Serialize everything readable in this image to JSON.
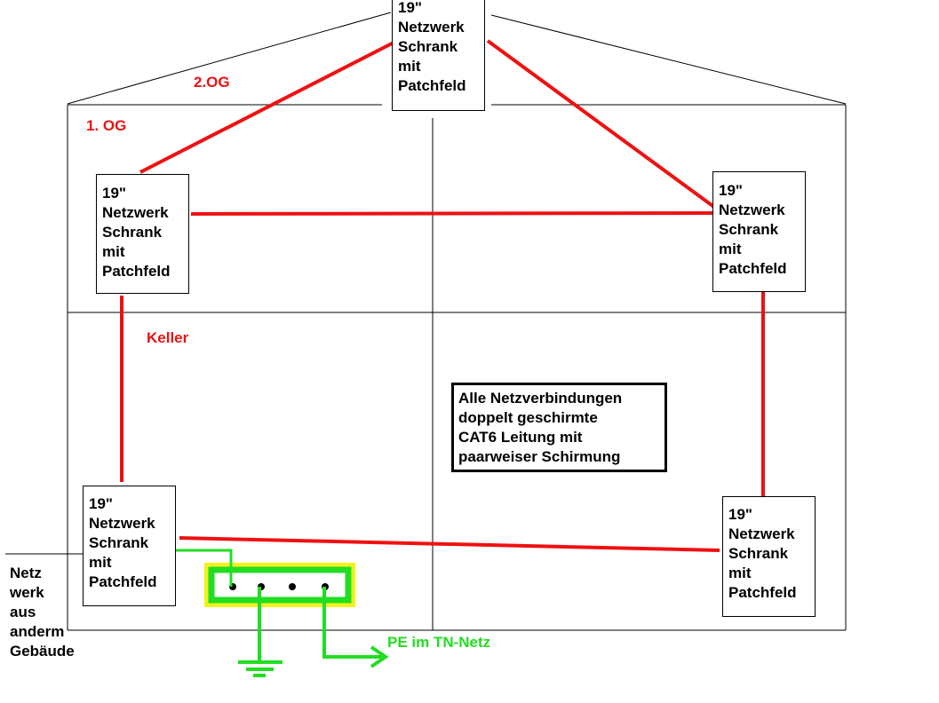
{
  "cabinet_label": "19\"\nNetzwerk\nSchrank\nmit\nPatchfeld",
  "floors": {
    "attic": "2.OG",
    "first": "1. OG",
    "basement": "Keller"
  },
  "note": "Alle Netzverbindungen\ndoppelt geschirmte\nCAT6 Leitung mit\npaarweiser Schirmung",
  "external_network": "Netz\nwerk\naus\nanderm\nGebäude",
  "pe_label": "PE im TN-Netz",
  "colors": {
    "cable": "#ee1111",
    "ground": "#22dd22",
    "busbar_outline": "#f2f21a",
    "outline": "#000000"
  }
}
